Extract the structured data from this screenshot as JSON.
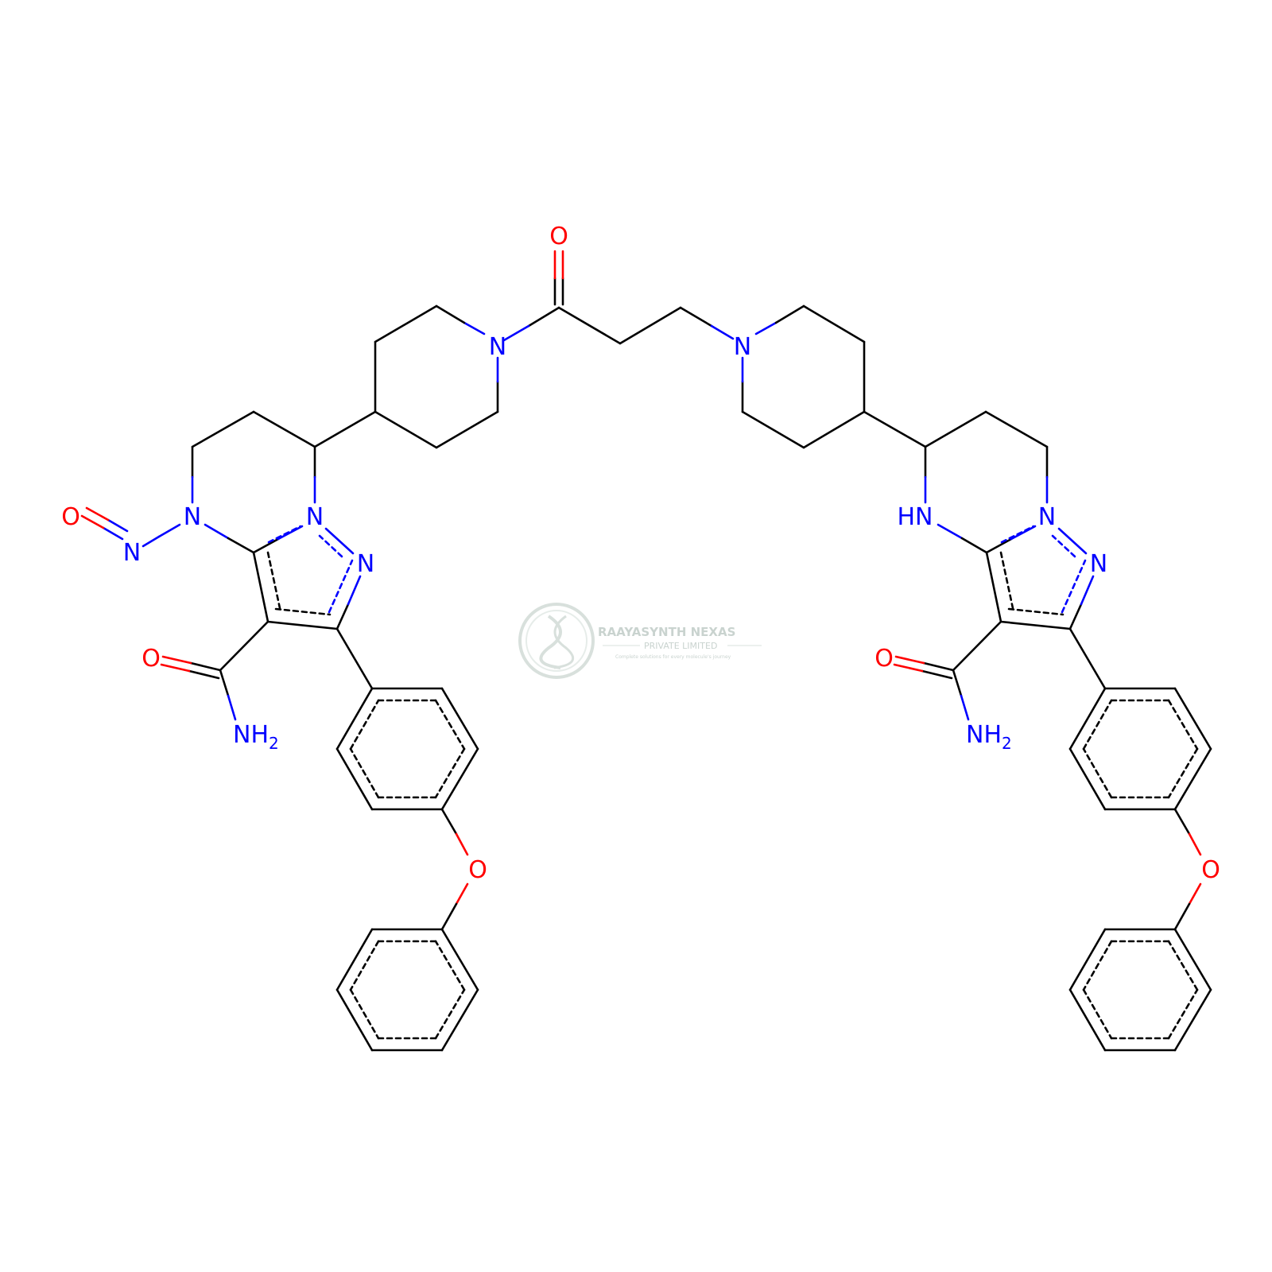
{
  "diagram": {
    "type": "chemical-structure",
    "atom_labels": {
      "carbonyl_o": "O",
      "pip1_n": "N",
      "pip2_n": "N",
      "nitroso_o": "O",
      "nitroso_n": "N",
      "left_ring_n": "N",
      "left_n1": "N",
      "left_n2": "N",
      "left_amide_o": "O",
      "left_amide_nh2": "NH",
      "left_ether_o": "O",
      "right_nh": "HN",
      "right_n1": "N",
      "right_n2": "N",
      "right_amide_o": "O",
      "right_amide_nh2": "NH",
      "right_ether_o": "O",
      "subscript_2": "2"
    },
    "colors": {
      "carbon_bond": "#000000",
      "nitrogen": "#0000ff",
      "oxygen": "#ff0000"
    }
  },
  "watermark": {
    "company": "RAAYASYNTH NEXAS",
    "subtitle": "PRIVATE LIMITED",
    "tagline": "Complete solutions for every molecule's journey"
  }
}
